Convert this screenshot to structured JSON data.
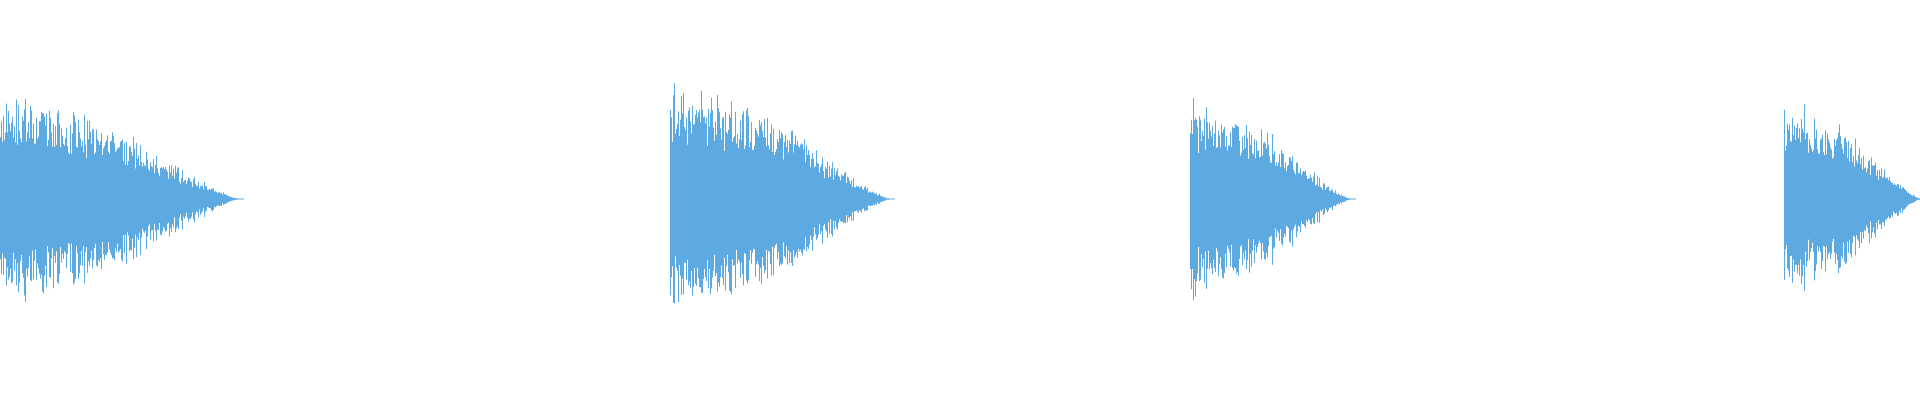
{
  "waveform": {
    "color": "#5DAAE3",
    "background": "#FFFFFF",
    "bursts": [
      {
        "start": 0.0,
        "end": 0.124,
        "peak": 0.5
      },
      {
        "start": 0.349,
        "end": 0.463,
        "peak": 0.55
      },
      {
        "start": 0.62,
        "end": 0.703,
        "peak": 0.46
      },
      {
        "start": 0.929,
        "end": 1.0,
        "peak": 0.44
      }
    ]
  }
}
